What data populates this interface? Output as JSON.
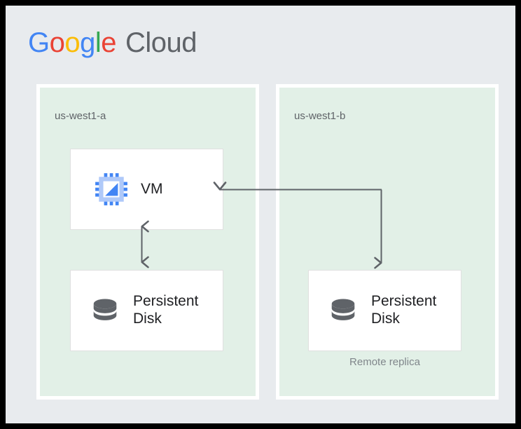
{
  "page": {
    "background_color": "#E8EBEE",
    "frame_color": "#000000"
  },
  "brand": {
    "logo_name": "google-cloud-logo",
    "google_letters": [
      {
        "char": "G",
        "color": "#4285F4"
      },
      {
        "char": "o",
        "color": "#EA4335"
      },
      {
        "char": "o",
        "color": "#FBBC05"
      },
      {
        "char": "g",
        "color": "#4285F4"
      },
      {
        "char": "l",
        "color": "#34A853"
      },
      {
        "char": "e",
        "color": "#EA4335"
      }
    ],
    "cloud_text": "Cloud",
    "cloud_color": "#5F6368"
  },
  "diagram": {
    "zones": [
      {
        "id": "zone-a",
        "label": "us-west1-a",
        "fill_color": "#E2F0E7",
        "border_color": "#FFFFFF",
        "resources": [
          {
            "id": "vm",
            "label": "VM",
            "icon": "cpu-chip-icon",
            "icon_color": "#4285F4"
          },
          {
            "id": "persistent-disk-a",
            "label": "Persistent Disk",
            "icon": "database-disk-icon",
            "icon_color": "#5F6368"
          }
        ]
      },
      {
        "id": "zone-b",
        "label": "us-west1-b",
        "fill_color": "#E2F0E7",
        "border_color": "#FFFFFF",
        "resources": [
          {
            "id": "persistent-disk-b",
            "label": "Persistent Disk",
            "icon": "database-disk-icon",
            "icon_color": "#5F6368",
            "caption": "Remote replica"
          }
        ]
      }
    ],
    "connectors": [
      {
        "id": "vm-to-disk-a",
        "type": "bidirectional-vertical-arrow",
        "from": "vm",
        "to": "persistent-disk-a",
        "color": "#5F6368"
      },
      {
        "id": "replica-to-vm",
        "type": "elbow-arrow",
        "from": "persistent-disk-b",
        "to": "vm",
        "color": "#5F6368"
      }
    ]
  }
}
